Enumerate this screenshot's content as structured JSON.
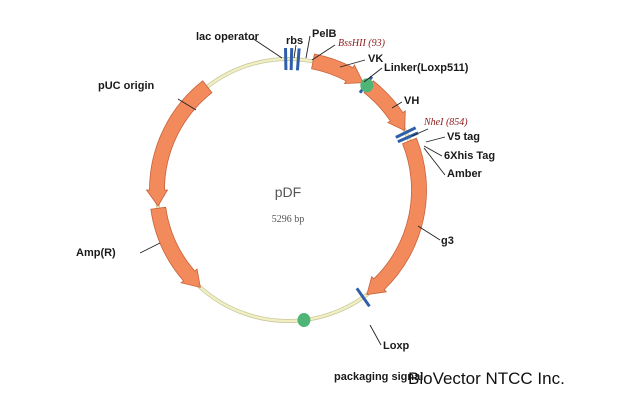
{
  "plasmid": {
    "name": "pDF",
    "size": "5296 bp"
  },
  "labels": {
    "lac_operator": "lac operator",
    "rbs": "rbs",
    "pelb": "PelB",
    "bsshii": "BssHII (93)",
    "vk": "VK",
    "linker": "Linker(Loxp511)",
    "vh": "VH",
    "nhei": "NheI (854)",
    "v5_tag": "V5 tag",
    "his_tag": "6Xhis Tag",
    "amber": "Amber",
    "g3": "g3",
    "loxp": "Loxp",
    "packaging_signal": "packaging signal",
    "amp_r": "Amp(R)",
    "puc_origin": "pUC origin"
  },
  "brand": "BioVector NTCC Inc.",
  "colors": {
    "backbone": "#f0efc4",
    "backbone_stroke": "#c9c79a",
    "feature_fill": "#f28a5c",
    "feature_stroke": "#c8623a",
    "marker": "#2f5fa8",
    "dot": "#4fb577",
    "leader": "#222222"
  }
}
